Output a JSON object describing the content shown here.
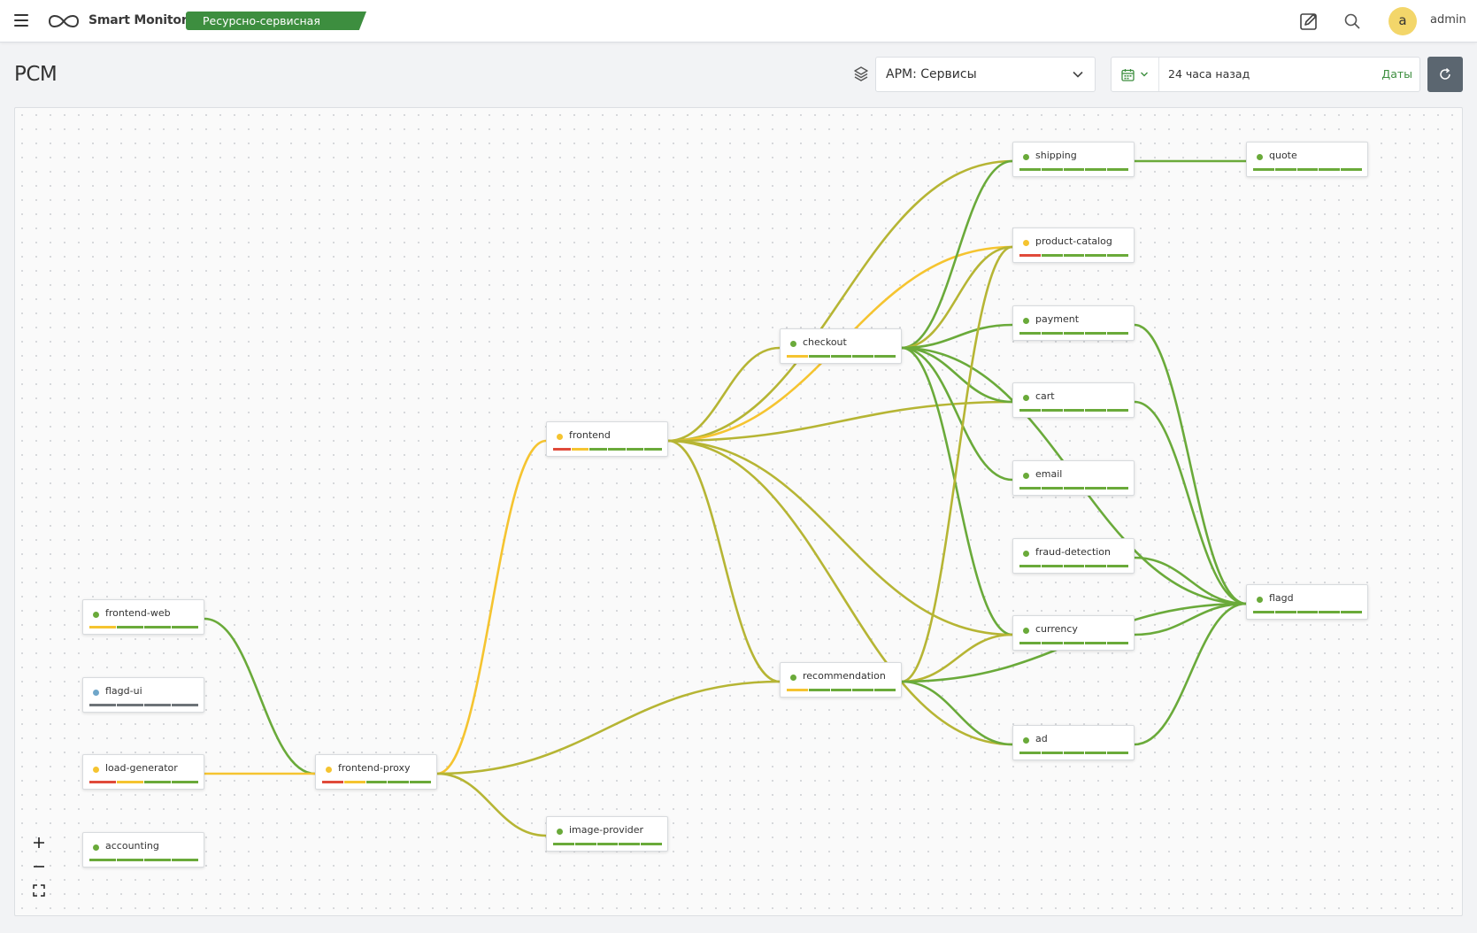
{
  "header": {
    "brand": "Smart Monitor",
    "badge": "Ресурсно-сервисная модель",
    "avatar_letter": "a",
    "username": "admin"
  },
  "toolbar": {
    "page_title": "РСМ",
    "view_select": "APM: Сервисы",
    "date_value": "24 часа назад",
    "date_link": "Даты"
  },
  "colors": {
    "green": "#6aaa3a",
    "yellow": "#f5c430",
    "red": "#e04a3a",
    "gray": "#6d7378",
    "blue": "#6fa6c9",
    "accent": "#3d8e3f"
  },
  "graph": {
    "nodes": [
      {
        "id": "shipping",
        "label": "shipping",
        "dot": "green",
        "bar": [
          "green",
          "green",
          "green",
          "green",
          "green"
        ]
      },
      {
        "id": "quote",
        "label": "quote",
        "dot": "green",
        "bar": [
          "green",
          "green",
          "green",
          "green",
          "green"
        ]
      },
      {
        "id": "product-catalog",
        "label": "product-catalog",
        "dot": "yellow",
        "bar": [
          "red",
          "green",
          "green",
          "green",
          "green"
        ]
      },
      {
        "id": "payment",
        "label": "payment",
        "dot": "green",
        "bar": [
          "green",
          "green",
          "green",
          "green",
          "green"
        ]
      },
      {
        "id": "checkout",
        "label": "checkout",
        "dot": "green",
        "bar": [
          "yellow",
          "green",
          "green",
          "green",
          "green"
        ]
      },
      {
        "id": "cart",
        "label": "cart",
        "dot": "green",
        "bar": [
          "green",
          "green",
          "green",
          "green",
          "green"
        ]
      },
      {
        "id": "frontend",
        "label": "frontend",
        "dot": "yellow",
        "bar": [
          "red",
          "yellow",
          "green",
          "green",
          "green",
          "green"
        ]
      },
      {
        "id": "email",
        "label": "email",
        "dot": "green",
        "bar": [
          "green",
          "green",
          "green",
          "green",
          "green"
        ]
      },
      {
        "id": "fraud-detection",
        "label": "fraud-detection",
        "dot": "green",
        "bar": [
          "green",
          "green",
          "green",
          "green",
          "green"
        ]
      },
      {
        "id": "flagd",
        "label": "flagd",
        "dot": "green",
        "bar": [
          "green",
          "green",
          "green",
          "green",
          "green"
        ]
      },
      {
        "id": "frontend-web",
        "label": "frontend-web",
        "dot": "green",
        "bar": [
          "yellow",
          "green",
          "green",
          "green"
        ]
      },
      {
        "id": "currency",
        "label": "currency",
        "dot": "green",
        "bar": [
          "green",
          "green",
          "green",
          "green",
          "green"
        ]
      },
      {
        "id": "recommendation",
        "label": "recommendation",
        "dot": "green",
        "bar": [
          "yellow",
          "green",
          "green",
          "green",
          "green"
        ]
      },
      {
        "id": "flagd-ui",
        "label": "flagd-ui",
        "dot": "blue",
        "bar": [
          "gray",
          "gray",
          "gray",
          "gray"
        ]
      },
      {
        "id": "ad",
        "label": "ad",
        "dot": "green",
        "bar": [
          "green",
          "green",
          "green",
          "green",
          "green"
        ]
      },
      {
        "id": "load-generator",
        "label": "load-generator",
        "dot": "yellow",
        "bar": [
          "red",
          "yellow",
          "green",
          "green"
        ]
      },
      {
        "id": "frontend-proxy",
        "label": "frontend-proxy",
        "dot": "yellow",
        "bar": [
          "red",
          "yellow",
          "green",
          "green",
          "green"
        ]
      },
      {
        "id": "image-provider",
        "label": "image-provider",
        "dot": "green",
        "bar": [
          "green",
          "green",
          "green",
          "green",
          "green"
        ]
      },
      {
        "id": "accounting",
        "label": "accounting",
        "dot": "green",
        "bar": [
          "green",
          "green",
          "green",
          "green"
        ]
      }
    ],
    "edges": [
      [
        "frontend-web",
        "frontend-proxy",
        "green"
      ],
      [
        "load-generator",
        "frontend-proxy",
        "yellow"
      ],
      [
        "frontend-proxy",
        "frontend",
        "yellow"
      ],
      [
        "frontend-proxy",
        "image-provider",
        "olive"
      ],
      [
        "frontend-proxy",
        "recommendation",
        "olive"
      ],
      [
        "frontend",
        "checkout",
        "olive"
      ],
      [
        "frontend",
        "shipping",
        "olive"
      ],
      [
        "frontend",
        "product-catalog",
        "yellow"
      ],
      [
        "frontend",
        "cart",
        "olive"
      ],
      [
        "frontend",
        "currency",
        "olive"
      ],
      [
        "frontend",
        "recommendation",
        "olive"
      ],
      [
        "frontend",
        "ad",
        "olive"
      ],
      [
        "checkout",
        "shipping",
        "green"
      ],
      [
        "checkout",
        "product-catalog",
        "olive"
      ],
      [
        "checkout",
        "payment",
        "green"
      ],
      [
        "checkout",
        "cart",
        "green"
      ],
      [
        "checkout",
        "email",
        "green"
      ],
      [
        "checkout",
        "currency",
        "green"
      ],
      [
        "checkout",
        "flagd",
        "green"
      ],
      [
        "shipping",
        "quote",
        "green"
      ],
      [
        "recommendation",
        "product-catalog",
        "olive"
      ],
      [
        "recommendation",
        "currency",
        "olive"
      ],
      [
        "recommendation",
        "flagd",
        "green"
      ],
      [
        "recommendation",
        "ad",
        "green"
      ],
      [
        "payment",
        "flagd",
        "green"
      ],
      [
        "cart",
        "flagd",
        "green"
      ],
      [
        "fraud-detection",
        "flagd",
        "green"
      ],
      [
        "currency",
        "flagd",
        "green"
      ],
      [
        "ad",
        "flagd",
        "green"
      ]
    ]
  }
}
